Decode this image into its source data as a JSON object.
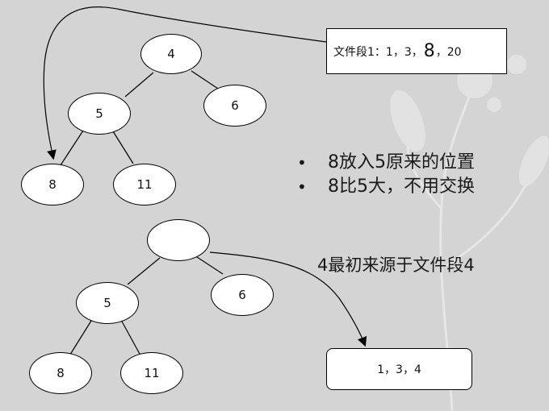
{
  "tree_top": {
    "nodes": [
      {
        "id": "root",
        "label": "4"
      },
      {
        "id": "left",
        "label": "5"
      },
      {
        "id": "right",
        "label": "6"
      },
      {
        "id": "ll",
        "label": "8"
      },
      {
        "id": "lr",
        "label": "11"
      }
    ]
  },
  "file_segment_box": {
    "prefix": "文件段1：",
    "val1": "1，",
    "val2": "3，",
    "highlight": "8",
    "rest": "，20"
  },
  "bullets": [
    {
      "marker": "•",
      "text": "8放入5原来的位置"
    },
    {
      "marker": "•",
      "text": "8比5大，不用交换"
    }
  ],
  "tree_bottom": {
    "nodes": [
      {
        "id": "root",
        "label": ""
      },
      {
        "id": "left",
        "label": "5"
      },
      {
        "id": "right",
        "label": "6"
      },
      {
        "id": "ll",
        "label": "8"
      },
      {
        "id": "lr",
        "label": "11"
      }
    ]
  },
  "note": "4最初来源于文件段4",
  "result_box": {
    "text": "1，3，4"
  }
}
